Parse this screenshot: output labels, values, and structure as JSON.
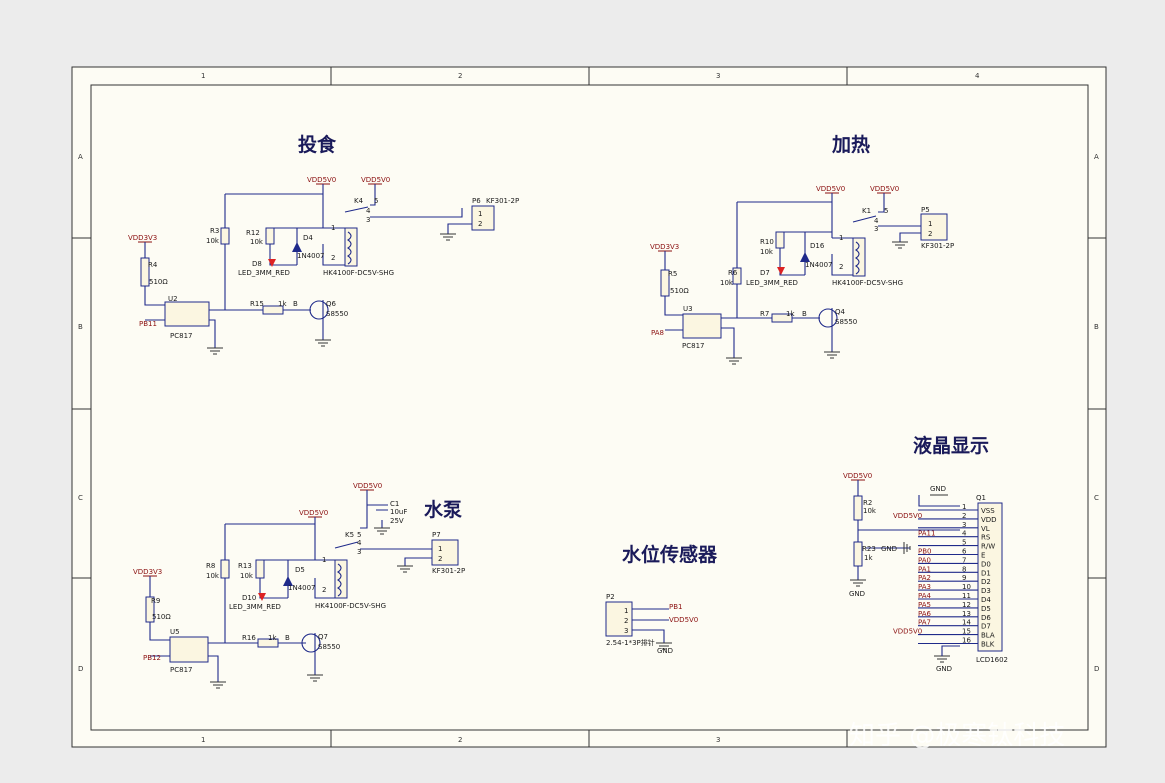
{
  "sheet": {
    "columns": [
      "1",
      "2",
      "3",
      "4"
    ],
    "rows": [
      "A",
      "B",
      "C",
      "D"
    ],
    "watermark": "知乎 @极寒钛科技"
  },
  "sections": {
    "feed": {
      "title": "投食",
      "vdd5": "VDD5V0",
      "vdd5b": "VDD5V0",
      "vdd3": "VDD3V3",
      "r4": "R4",
      "r4v": "510Ω",
      "r3": "R3",
      "r3v": "10k",
      "r12": "R12",
      "r12v": "10k",
      "d4": "D4",
      "d4v": "1N4007",
      "d8": "D8",
      "d8v": "LED_3MM_RED",
      "u2": "U2",
      "u2v": "PC817",
      "net": "PB11",
      "r15": "R15",
      "r15v": "1k",
      "b": "B",
      "q6": "Q6",
      "q6v": "S8550",
      "k": "K4",
      "kv": "HK4100F-DC5V-SHG",
      "p": "P6",
      "pv": "KF301-2P",
      "pin5": "5",
      "pin4": "4",
      "pin3": "3",
      "pin1": "1",
      "pin2": "2",
      "p1": "1",
      "p2": "2"
    },
    "heat": {
      "title": "加热",
      "vdd5": "VDD5V0",
      "vdd5b": "VDD5V0",
      "vdd3": "VDD3V3",
      "r5": "R5",
      "r5v": "510Ω",
      "r6": "R6",
      "r6v": "10k",
      "r10": "R10",
      "r10v": "10k",
      "d16": "D16",
      "d16v": "1N4007",
      "d7": "D7",
      "d7v": "LED_3MM_RED",
      "u3": "U3",
      "u3v": "PC817",
      "net": "PA8",
      "r7": "R7",
      "r7v": "1k",
      "b": "B",
      "q4": "Q4",
      "q4v": "S8550",
      "k": "K1",
      "kv": "HK4100F-DC5V-SHG",
      "p": "P5",
      "pv": "KF301-2P",
      "pin5": "5",
      "pin4": "4",
      "pin3": "3",
      "pin1": "1",
      "pin2": "2",
      "p1": "1",
      "p2": "2"
    },
    "pump": {
      "title": "水泵",
      "vdd5": "VDD5V0",
      "vdd5b": "VDD5V0",
      "vdd3": "VDD3V3",
      "c1": "C1",
      "c1v": "10uF",
      "c1v2": "25V",
      "r9": "R9",
      "r9v": "510Ω",
      "r8": "R8",
      "r8v": "10k",
      "r13": "R13",
      "r13v": "10k",
      "d5": "D5",
      "d5v": "1N4007",
      "d10": "D10",
      "d10v": "LED_3MM_RED",
      "u5": "U5",
      "u5v": "PC817",
      "net": "PB12",
      "r16": "R16",
      "r16v": "1k",
      "b": "B",
      "q7": "Q7",
      "q7v": "S8550",
      "k": "K5",
      "kv": "HK4100F-DC5V-SHG",
      "p": "P7",
      "pv": "KF301-2P",
      "pin5": "5",
      "pin4": "4",
      "pin3": "3",
      "pin1": "1",
      "pin2": "2",
      "p1": "1",
      "p2": "2"
    },
    "water": {
      "title": "水位传感器",
      "p": "P2",
      "pv": "2.54-1*3P排针",
      "pins": [
        "1",
        "2",
        "3"
      ],
      "nets": [
        "PB1",
        "VDD5V0"
      ],
      "gnd": "GND"
    },
    "lcd": {
      "title": "液晶显示",
      "vdd5": "VDD5V0",
      "r2": "R2",
      "r2v": "10k",
      "r23": "R23",
      "r23v": "1k",
      "gnd": "GND",
      "gnd2": "GND",
      "gnd3": "GND",
      "gnd4": "GND",
      "q": "Q1",
      "qv": "LCD1602",
      "pin_nums": [
        "1",
        "2",
        "3",
        "4",
        "5",
        "6",
        "7",
        "8",
        "9",
        "10",
        "11",
        "12",
        "13",
        "14",
        "15",
        "16"
      ],
      "pin_names": [
        "VSS",
        "VDD",
        "VL",
        "RS",
        "R/W",
        "E",
        "D0",
        "D1",
        "D2",
        "D3",
        "D4",
        "D5",
        "D6",
        "D7",
        "BLA",
        "BLK"
      ],
      "nets": [
        "",
        "VDD5V0",
        "",
        "PA11",
        "",
        "PB0",
        "PA0",
        "PA1",
        "PA2",
        "PA3",
        "PA4",
        "PA5",
        "PA6",
        "PA7",
        "VDD5V0",
        ""
      ]
    }
  }
}
